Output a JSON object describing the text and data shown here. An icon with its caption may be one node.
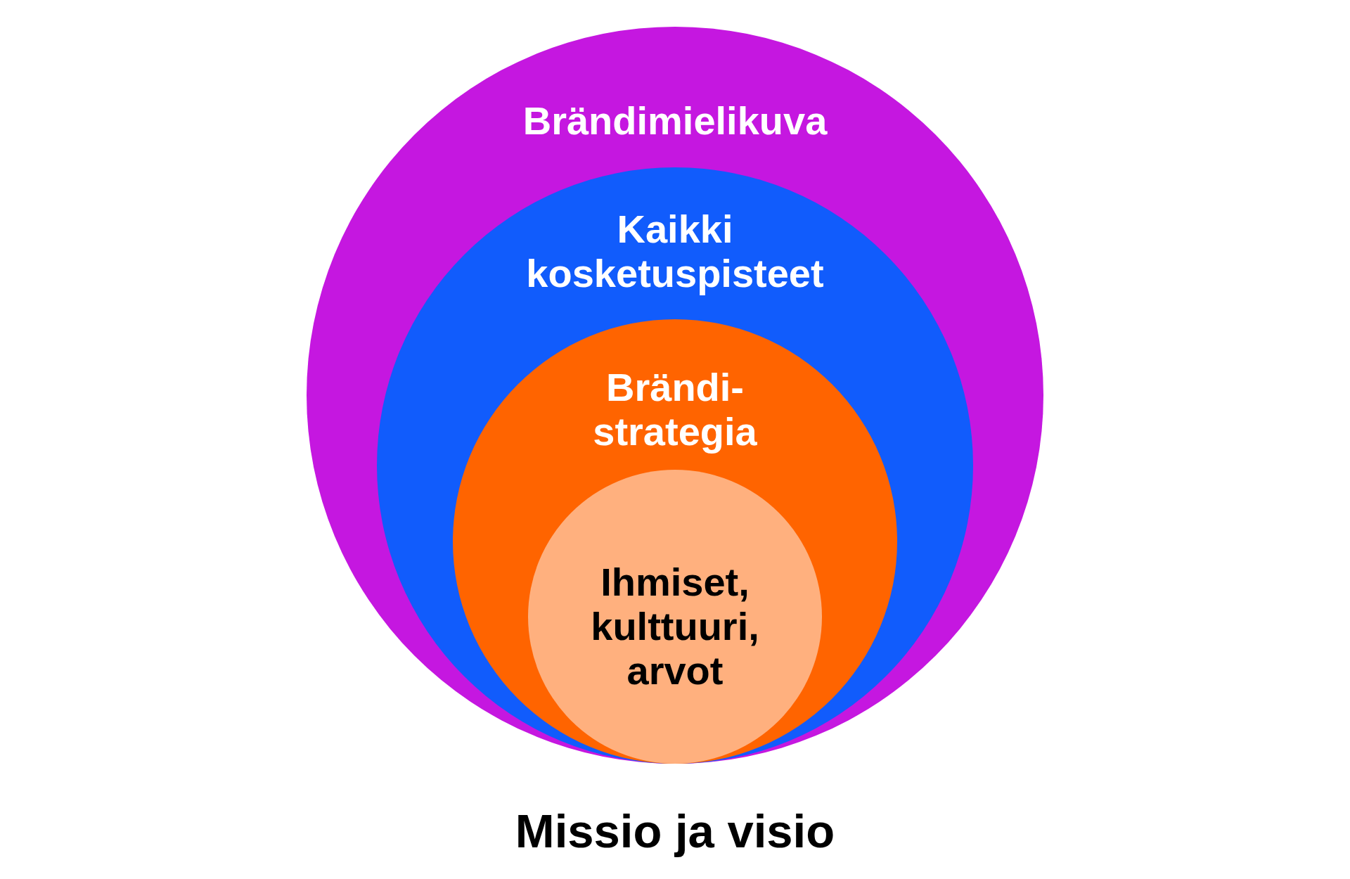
{
  "diagram": {
    "caption": "Missio ja visio",
    "nodes": [
      {
        "text": [
          "Brändimielikuva"
        ]
      },
      {
        "text": [
          "Kaikki kosketuspisteet"
        ],
        "in": 0
      },
      {
        "text": [
          "Brändi- strategia"
        ],
        "in": 1
      },
      {
        "text": [
          "Ihmiset, kulttuuri, arvot"
        ],
        "in": 2
      }
    ]
  }
}
